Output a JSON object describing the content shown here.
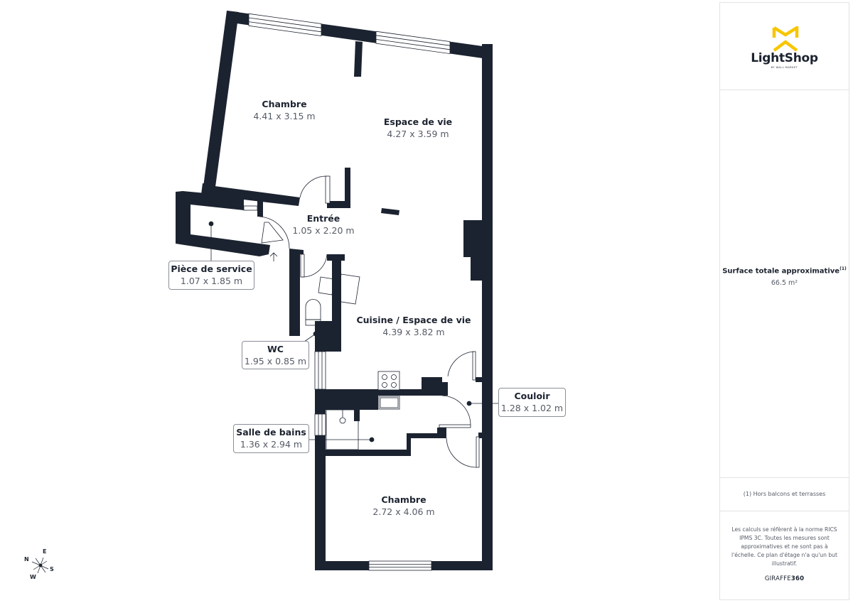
{
  "colors": {
    "wall": "#1c2330",
    "accent": "#f7c600",
    "text_secondary": "#555b66",
    "callout_border": "#8a8f98"
  },
  "rooms": {
    "chambre_1": {
      "name": "Chambre",
      "dims": "4.41 x 3.15 m"
    },
    "espace_de_vie": {
      "name": "Espace de vie",
      "dims": "4.27 x 3.59 m"
    },
    "entree": {
      "name": "Entrée",
      "dims": "1.05 x 2.20 m"
    },
    "cuisine": {
      "name": "Cuisine / Espace de vie",
      "dims": "4.39 x 3.82 m"
    },
    "chambre_2": {
      "name": "Chambre",
      "dims": "2.72 x 4.06 m"
    }
  },
  "callouts": {
    "piece_de_service": {
      "name": "Pièce de service",
      "dims": "1.07 x 1.85 m"
    },
    "wc": {
      "name": "WC",
      "dims": "1.95 x 0.85 m"
    },
    "salle_de_bains": {
      "name": "Salle de bains",
      "dims": "1.36 x 2.94 m"
    },
    "couloir": {
      "name": "Couloir",
      "dims": "1.28 x 1.02 m"
    }
  },
  "compass": {
    "n": "N",
    "e": "E",
    "s": "S",
    "w": "W"
  },
  "panel": {
    "logo": {
      "name": "LightShop",
      "tagline": "BY WALL·MARKET"
    },
    "surface_title": "Surface totale approximative",
    "surface_footnote_mark": "(1)",
    "surface_value": "66.5 m²",
    "footnote": "(1) Hors balcons et terrasses",
    "disclaimer": "Les calculs se réfèrent à la norme RICS IPMS 3C. Toutes les mesures sont approximatives et ne sont pas à l'échelle. Ce plan d'étage n'a qu'un but illustratif.",
    "credit_prefix": "GIRAFFE",
    "credit_suffix": "360"
  }
}
